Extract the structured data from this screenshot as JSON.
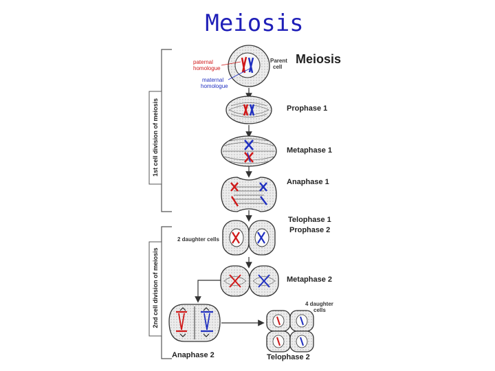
{
  "slide": {
    "title": "Meiosis"
  },
  "diagram": {
    "title": "Meiosis",
    "side_labels": {
      "first": "1st cell division of meiosis",
      "second": "2nd cell division of meiosis"
    },
    "labels": {
      "parent_cell_1": "Parent",
      "parent_cell_2": "cell",
      "paternal_1": "paternal",
      "paternal_2": "homologue",
      "maternal_1": "maternal",
      "maternal_2": "homologue",
      "prophase1": "Prophase 1",
      "metaphase1": "Metaphase 1",
      "anaphase1": "Anaphase 1",
      "telophase1": "Telophase 1",
      "prophase2": "Prophase 2",
      "two_daughter": "2 daughter cells",
      "metaphase2": "Metaphase 2",
      "four_daughter_1": "4 daughter",
      "four_daughter_2": "cells",
      "anaphase2": "Anaphase 2",
      "telophase2": "Telophase 2"
    },
    "colors": {
      "paternal": "#d01818",
      "maternal": "#2030c0",
      "outline": "#333333",
      "cell_fill": "#e6e6e6"
    }
  }
}
